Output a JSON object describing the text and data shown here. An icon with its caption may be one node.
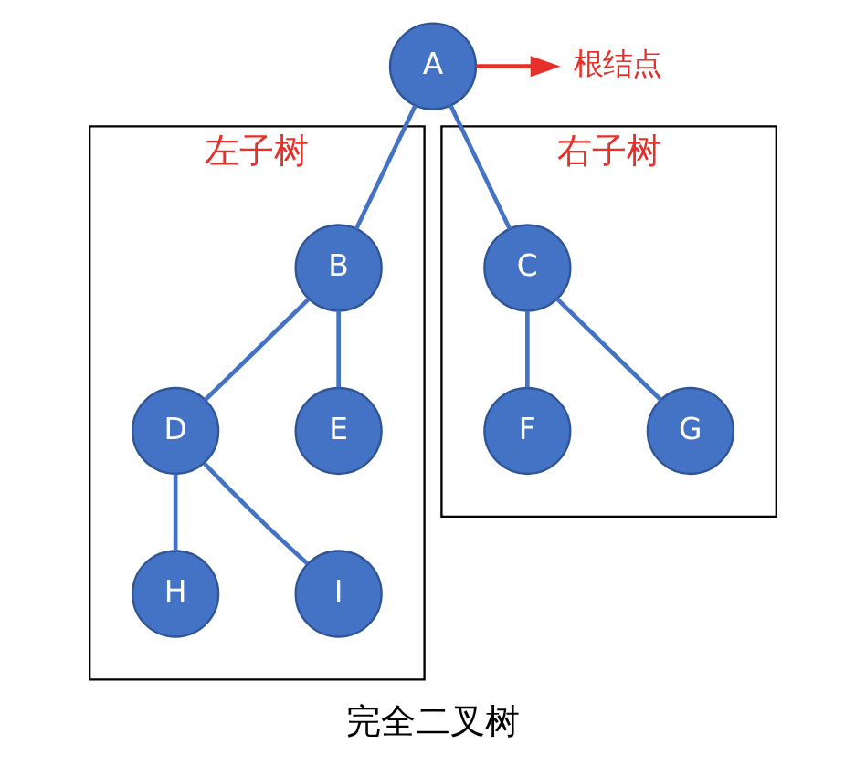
{
  "diagram": {
    "caption": "完全二叉树",
    "nodes": [
      {
        "text": [
          "根结点"
        ]
      },
      {
        "text": [
          "A"
        ]
      },
      {
        "text": [
          "左子树"
        ]
      },
      {
        "text": [
          "B"
        ],
        "in": 2
      },
      {
        "text": [
          "D"
        ],
        "in": 2
      },
      {
        "text": [
          "E"
        ],
        "in": 2
      },
      {
        "text": [
          "H"
        ],
        "in": 2
      },
      {
        "text": [
          "I"
        ],
        "in": 2
      },
      {
        "text": [
          "右子树"
        ]
      },
      {
        "text": [
          "C"
        ],
        "in": 8
      },
      {
        "text": [
          "F"
        ],
        "in": 8
      },
      {
        "text": [
          "G"
        ],
        "in": 8
      }
    ],
    "edges": [
      {
        "from": 1,
        "to": 0,
        "arrow": "to",
        "color": "#e8302a"
      },
      {
        "from": 1,
        "to": 3,
        "arrow": "none"
      },
      {
        "from": 1,
        "to": 9,
        "arrow": "none"
      },
      {
        "from": 3,
        "to": 4,
        "arrow": "none"
      },
      {
        "from": 3,
        "to": 5,
        "arrow": "none"
      },
      {
        "from": 4,
        "to": 6,
        "arrow": "none"
      },
      {
        "from": 4,
        "to": 7,
        "arrow": "none"
      },
      {
        "from": 9,
        "to": 10,
        "arrow": "none"
      },
      {
        "from": 9,
        "to": 11,
        "arrow": "none"
      }
    ]
  }
}
